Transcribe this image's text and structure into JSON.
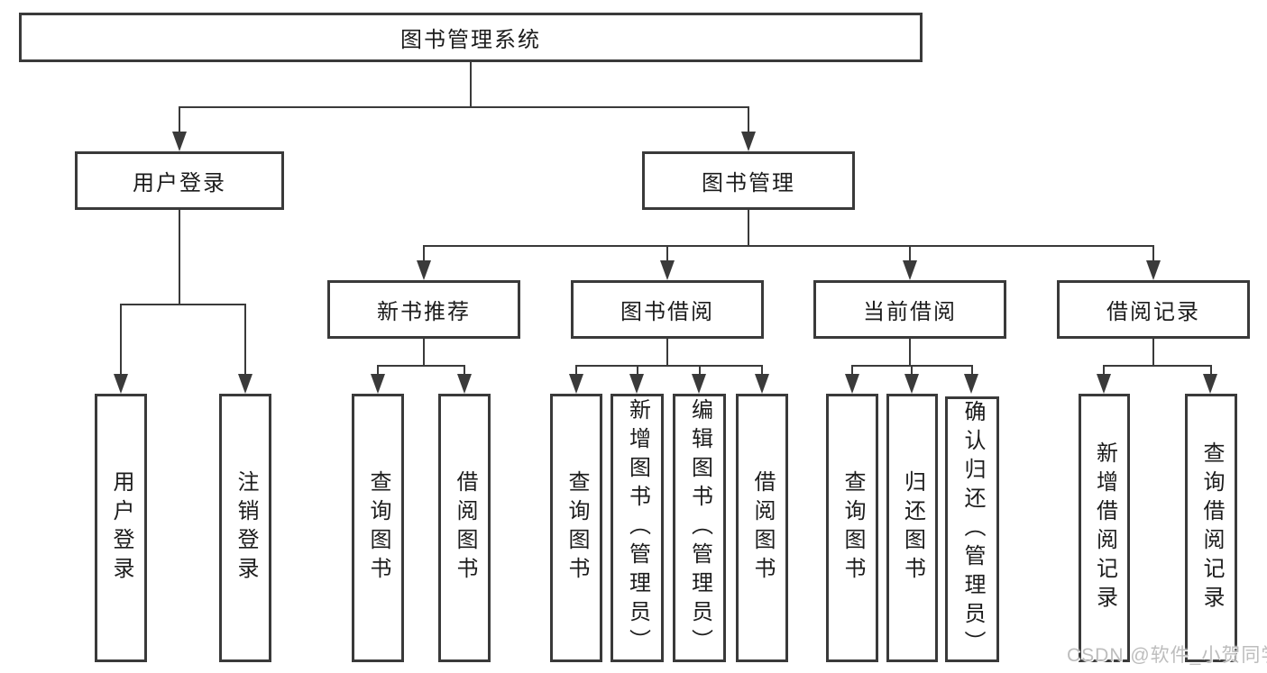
{
  "diagram": {
    "title": "图书管理系统",
    "nodes": {
      "root": {
        "label": "图书管理系统"
      },
      "level2": {
        "user_login": {
          "label": "用户登录"
        },
        "book_mgmt": {
          "label": "图书管理"
        }
      },
      "level3": {
        "new_book_rec": {
          "label": "新书推荐"
        },
        "book_borrow": {
          "label": "图书借阅"
        },
        "current_borrow": {
          "label": "当前借阅"
        },
        "borrow_record": {
          "label": "借阅记录"
        }
      },
      "leaves": {
        "user_login": {
          "label": "用户登录"
        },
        "logout": {
          "label": "注销登录"
        },
        "nb_query_book": {
          "label": "查询图书"
        },
        "nb_borrow_book": {
          "label": "借阅图书"
        },
        "bb_query_book": {
          "label": "查询图书"
        },
        "bb_add_book": {
          "label": "新增图书（管理员）"
        },
        "bb_edit_book": {
          "label": "编辑图书（管理员）"
        },
        "bb_borrow_book": {
          "label": "借阅图书"
        },
        "cb_query_book": {
          "label": "查询图书"
        },
        "cb_return_book": {
          "label": "归还图书"
        },
        "cb_confirm_return": {
          "label": "确认归还（管理员）"
        },
        "br_add_record": {
          "label": "新增借阅记录"
        },
        "br_query_record": {
          "label": "查询借阅记录"
        }
      }
    },
    "colors": {
      "line": "#3a3a3a",
      "box_background": "#ffffff",
      "text": "#1c1c1c",
      "watermark": "#bdbdbd"
    }
  },
  "watermark": {
    "text": "CSDN @软件_小贺同学"
  }
}
